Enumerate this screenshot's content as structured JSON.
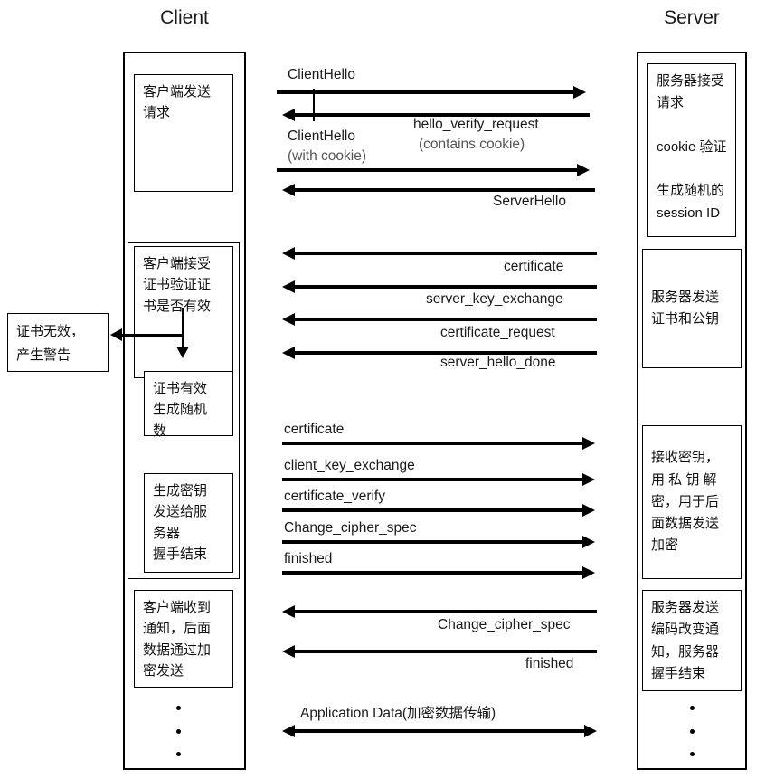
{
  "diagram": {
    "title_client": "Client",
    "title_server": "Server",
    "type": "dtls-handshake-sequence-diagram"
  },
  "client": {
    "notes": [
      {
        "id": "client-request",
        "text": "客户端发送\n请求"
      },
      {
        "id": "client-verify-cert",
        "text": "客户端接受\n证书验证证\n书是否有效"
      },
      {
        "id": "cert-valid",
        "text": "证书有效\n生成随机\n数"
      },
      {
        "id": "gen-key-send",
        "text": "生成密钥\n发送给服\n务器\n握手结束"
      },
      {
        "id": "client-notified",
        "text": "客户端收到\n通知，后面\n数据通过加\n密发送"
      }
    ],
    "continuation_dots": 3
  },
  "alert": {
    "id": "cert-invalid-alert",
    "text": "证书无效，\n产生警告"
  },
  "server": {
    "notes": [
      {
        "id": "server-accept-request",
        "text": "服务器接受\n请求\n\ncookie 验证\n\n生成随机的\nsession ID"
      },
      {
        "id": "server-send-cert",
        "text": "服务器发送\n证书和公钥"
      },
      {
        "id": "server-receive-key",
        "text": "接收密钥，\n用 私 钥 解\n密，用于后\n面数据发送\n加密"
      },
      {
        "id": "server-change-cipher",
        "text": "服务器发送\n编码改变通\n知，服务器\n握手结束"
      }
    ],
    "continuation_dots": 3
  },
  "messages": [
    {
      "id": "m1",
      "label": "ClientHello",
      "sublabel": "",
      "direction": "right"
    },
    {
      "id": "m2",
      "label": "hello_verify_request",
      "sublabel": "(contains cookie)",
      "direction": "left"
    },
    {
      "id": "m3",
      "label": "ClientHello",
      "sublabel": "(with cookie)",
      "direction": "right"
    },
    {
      "id": "m4",
      "label": "ServerHello",
      "sublabel": "",
      "direction": "left"
    },
    {
      "id": "m5",
      "label": "certificate",
      "sublabel": "",
      "direction": "left"
    },
    {
      "id": "m6",
      "label": "server_key_exchange",
      "sublabel": "",
      "direction": "left"
    },
    {
      "id": "m7",
      "label": "certificate_request",
      "sublabel": "",
      "direction": "left"
    },
    {
      "id": "m8",
      "label": "server_hello_done",
      "sublabel": "",
      "direction": "left"
    },
    {
      "id": "m9",
      "label": "certificate",
      "sublabel": "",
      "direction": "right"
    },
    {
      "id": "m10",
      "label": "client_key_exchange",
      "sublabel": "",
      "direction": "right"
    },
    {
      "id": "m11",
      "label": "certificate_verify",
      "sublabel": "",
      "direction": "right"
    },
    {
      "id": "m12",
      "label": "Change_cipher_spec",
      "sublabel": "",
      "direction": "right"
    },
    {
      "id": "m13",
      "label": "finished",
      "sublabel": "",
      "direction": "right"
    },
    {
      "id": "m14",
      "label": "Change_cipher_spec",
      "sublabel": "",
      "direction": "left"
    },
    {
      "id": "m15",
      "label": "finished",
      "sublabel": "",
      "direction": "left"
    },
    {
      "id": "m16",
      "label": "Application Data(加密数据传输)",
      "sublabel": "",
      "direction": "both"
    }
  ],
  "colors": {
    "stroke": "#000000",
    "background": "#ffffff",
    "text": "#1a1a1a",
    "muted_text": "#555555"
  }
}
